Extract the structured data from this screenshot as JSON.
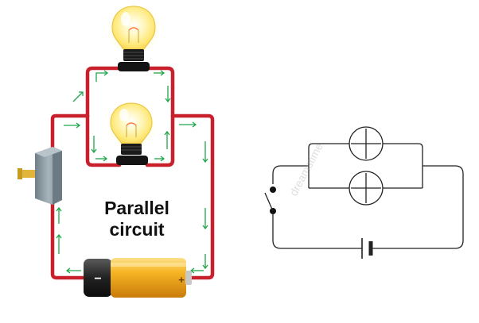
{
  "diagram": {
    "title_lines": [
      "Parallel",
      "circuit"
    ],
    "battery_terminal_minus": "−",
    "battery_terminal_plus": "+",
    "watermark": "dreamstime",
    "colors": {
      "wire": "#c8202c",
      "current_arrow": "#1ea64a",
      "battery_body": "#f3a91c",
      "battery_cap": "#2a2a2a",
      "bulb_glass": "#fff3a6",
      "bulb_base": "#1a1a1a",
      "switch_body": "#8c9aa3",
      "switch_lever": "#d9a020",
      "schematic_line": "#222222"
    },
    "icons": [
      "light-bulb-icon",
      "battery-icon",
      "switch-icon",
      "lamp-symbol-icon",
      "battery-symbol-icon",
      "switch-symbol-icon"
    ]
  }
}
